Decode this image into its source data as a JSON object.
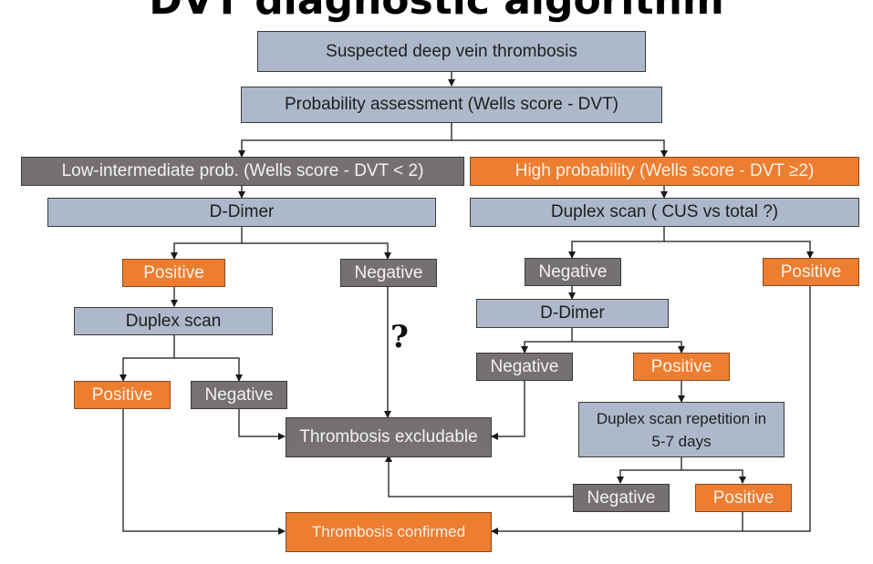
{
  "title": "DVT diagnostic algorithm",
  "colors": {
    "process_box": "#adb9ca",
    "negative_box": "#767171",
    "positive_box": "#ed7d31",
    "connector": "#3a3a3a"
  },
  "nodes": {
    "suspected": "Suspected deep vein thrombosis",
    "probability": "Probability assessment (Wells score - DVT)",
    "low_prob": "Low-intermediate  prob. (Wells score - DVT < 2)",
    "high_prob": "High probability (Wells score - DVT ≥2)",
    "left_ddimer": "D-Dimer",
    "right_duplex": "Duplex scan ( CUS vs total ?)",
    "left_ddimer_positive": "Positive",
    "left_ddimer_negative": "Negative",
    "left_duplex": "Duplex scan",
    "left_duplex_positive": "Positive",
    "left_duplex_negative": "Negative",
    "uncertain_mark": "?",
    "right_duplex_negative": "Negative",
    "right_duplex_positive": "Positive",
    "right_ddimer": "D-Dimer",
    "right_ddimer_negative": "Negative",
    "right_ddimer_positive": "Positive",
    "repeat_duplex": "Duplex scan repetition in 5-7 days",
    "repeat_negative": "Negative",
    "repeat_positive": "Positive",
    "excludable": "Thrombosis excludable",
    "confirmed": "Thrombosis confirmed"
  }
}
